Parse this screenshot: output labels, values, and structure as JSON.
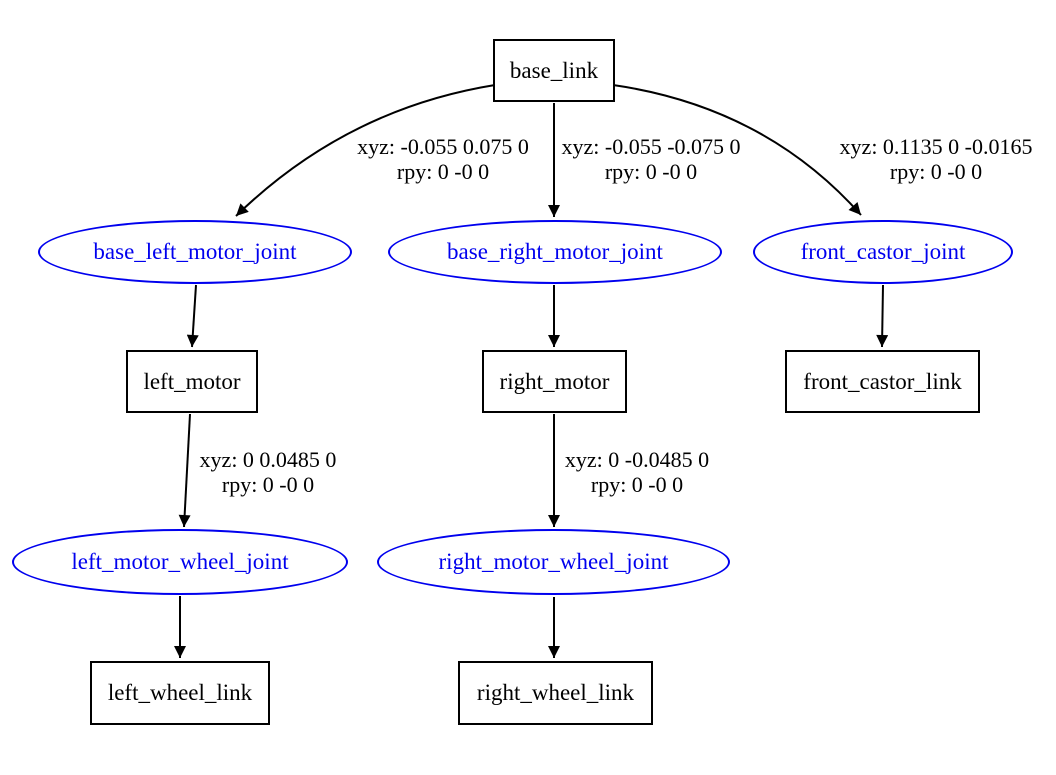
{
  "diagram": {
    "kind": "urdf-link-joint-tree",
    "colors": {
      "background": "#ffffff",
      "link": "#000000",
      "joint": "#0000ee"
    },
    "nodes": [
      {
        "id": "base_link",
        "label": "base_link",
        "shape": "box",
        "type": "link"
      },
      {
        "id": "base_left_motor_joint",
        "label": "base_left_motor_joint",
        "shape": "ellipse",
        "type": "joint"
      },
      {
        "id": "base_right_motor_joint",
        "label": "base_right_motor_joint",
        "shape": "ellipse",
        "type": "joint"
      },
      {
        "id": "front_castor_joint",
        "label": "front_castor_joint",
        "shape": "ellipse",
        "type": "joint"
      },
      {
        "id": "left_motor",
        "label": "left_motor",
        "shape": "box",
        "type": "link"
      },
      {
        "id": "right_motor",
        "label": "right_motor",
        "shape": "box",
        "type": "link"
      },
      {
        "id": "front_castor_link",
        "label": "front_castor_link",
        "shape": "box",
        "type": "link"
      },
      {
        "id": "left_motor_wheel_joint",
        "label": "left_motor_wheel_joint",
        "shape": "ellipse",
        "type": "joint"
      },
      {
        "id": "right_motor_wheel_joint",
        "label": "right_motor_wheel_joint",
        "shape": "ellipse",
        "type": "joint"
      },
      {
        "id": "left_wheel_link",
        "label": "left_wheel_link",
        "shape": "box",
        "type": "link"
      },
      {
        "id": "right_wheel_link",
        "label": "right_wheel_link",
        "shape": "box",
        "type": "link"
      }
    ],
    "edges": [
      {
        "from": "base_link",
        "to": "base_left_motor_joint",
        "label_xyz": "xyz: -0.055 0.075 0",
        "label_rpy": "rpy: 0 -0 0"
      },
      {
        "from": "base_link",
        "to": "base_right_motor_joint",
        "label_xyz": "xyz: -0.055 -0.075 0",
        "label_rpy": "rpy: 0 -0 0"
      },
      {
        "from": "base_link",
        "to": "front_castor_joint",
        "label_xyz": "xyz: 0.1135 0 -0.0165",
        "label_rpy": "rpy: 0 -0 0"
      },
      {
        "from": "base_left_motor_joint",
        "to": "left_motor"
      },
      {
        "from": "base_right_motor_joint",
        "to": "right_motor"
      },
      {
        "from": "front_castor_joint",
        "to": "front_castor_link"
      },
      {
        "from": "left_motor",
        "to": "left_motor_wheel_joint",
        "label_xyz": "xyz: 0 0.0485 0",
        "label_rpy": "rpy: 0 -0 0"
      },
      {
        "from": "right_motor",
        "to": "right_motor_wheel_joint",
        "label_xyz": "xyz: 0 -0.0485 0",
        "label_rpy": "rpy: 0 -0 0"
      },
      {
        "from": "left_motor_wheel_joint",
        "to": "left_wheel_link"
      },
      {
        "from": "right_motor_wheel_joint",
        "to": "right_wheel_link"
      }
    ]
  }
}
